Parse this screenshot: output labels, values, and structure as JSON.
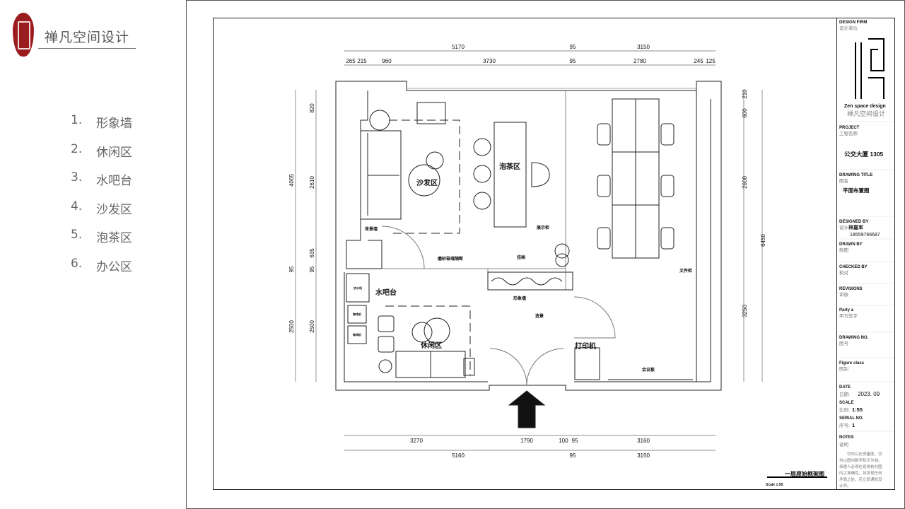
{
  "brand": {
    "name": "禅凡空间设计"
  },
  "legend": [
    {
      "n": "1.",
      "label": "形象墙"
    },
    {
      "n": "2.",
      "label": "休闲区"
    },
    {
      "n": "3.",
      "label": "水吧台"
    },
    {
      "n": "4.",
      "label": "沙发区"
    },
    {
      "n": "5.",
      "label": "泡茶区"
    },
    {
      "n": "6.",
      "label": "办公区"
    }
  ],
  "plan": {
    "zones": {
      "sofa": "沙发区",
      "tea": "泡茶区",
      "water_bar": "水吧台",
      "leisure": "休闲区",
      "printer": "打印机"
    },
    "labels": {
      "bg_wall": "背景墙",
      "glass": "磨砂玻璃隔断",
      "painting": "挂画",
      "display": "展示柜",
      "image_wall": "形象墙",
      "landscape": "造景",
      "file_cab": "文件柜",
      "board": "会议板",
      "water": "饮水机",
      "coffee1": "咖啡机",
      "coffee2": "咖啡机"
    },
    "dims_top1": [
      "5170",
      "95",
      "3150"
    ],
    "dims_top2": [
      "265",
      "215",
      "960",
      "3730",
      "95",
      "2780",
      "245",
      "125"
    ],
    "dims_bottom1": [
      "3270",
      "1790",
      "100",
      "95",
      "3160"
    ],
    "dims_bottom2": [
      "5160",
      "95",
      "3150"
    ],
    "dims_left1": [
      "4065",
      "95",
      "2500"
    ],
    "dims_left2": [
      "820",
      "2610",
      "635",
      "95",
      "2500"
    ],
    "dims_right1": [
      "210",
      "600",
      "2600",
      "3250"
    ],
    "dims_right2": [
      "6450"
    ],
    "title": "一层原始框架图",
    "scale": "Scale 1:55"
  },
  "titleblock": {
    "design_firm": "DESIGN FIRM",
    "design_firm_cn": "设计单位",
    "firm_en": "Zen space design",
    "firm_cn": "禅凡空间设计",
    "project": "PROJECT",
    "project_cn": "工程名称",
    "project_value": "公交大厦 1305",
    "drawing_title": "DRAWING TITLE",
    "drawing_title_cn": "图名",
    "drawing_title_value": "平面布置图",
    "designed_by": "DESIGNED BY",
    "designed_by_cn": "设计",
    "designer": "林嘉军",
    "phone": "18559766687",
    "drawn_by": "DRAWN BY",
    "drawn_by_cn": "制图",
    "checked_by": "CHECKED BY",
    "checked_by_cn": "校对",
    "revisions": "REVISIONS",
    "revisions_cn": "审核",
    "party_a": "Party a",
    "party_a_cn": "甲方签字",
    "drawing_no": "DRAWING NO.",
    "drawing_no_cn": "图号",
    "figure_class": "Figure class",
    "figure_class_cn": "图别",
    "date": "DATE",
    "date_cn": "日期:",
    "date_value": "2023. 09",
    "scale": "SCALE",
    "scale_cn": "比例:",
    "scale_value": "1:55",
    "serial": "SERIAL NO.",
    "serial_cn": "序号:",
    "serial_value": "1",
    "notes": "NOTES",
    "notes_cn": "说明",
    "notes_lines": [
      "切勿以比例量度，切",
      "勿以图内数字标示为准。",
      "承建人必须在现场核对图",
      "内之准确性，如发现任何",
      "矛盾之处，应立即通知设",
      "计师。"
    ]
  }
}
